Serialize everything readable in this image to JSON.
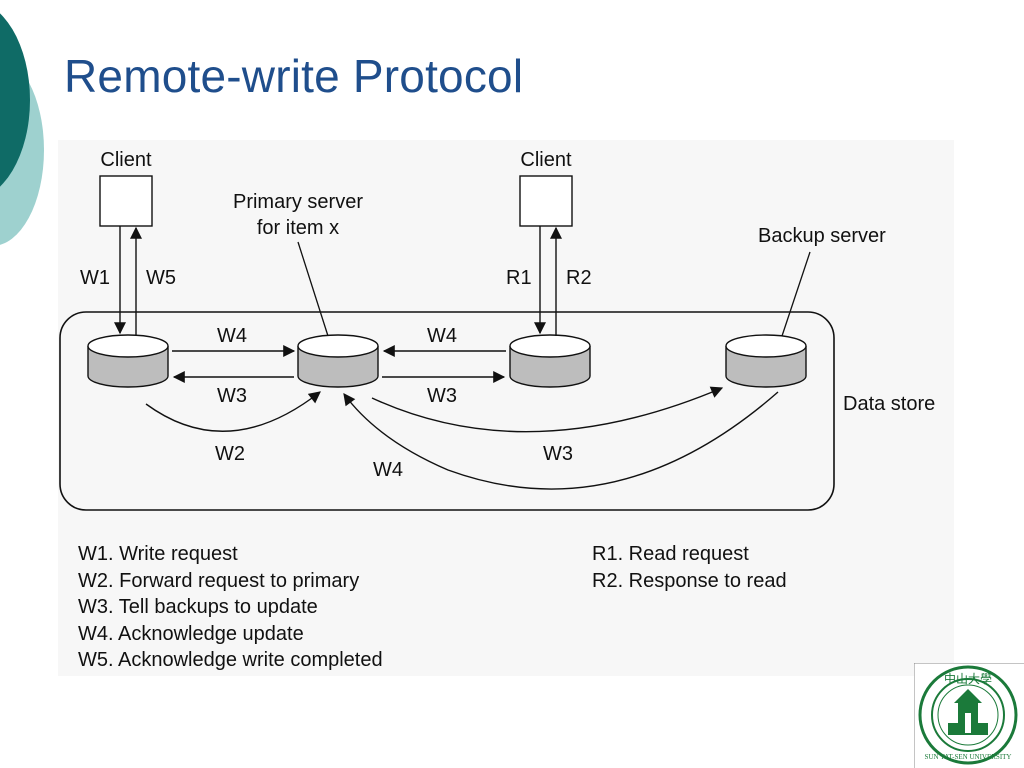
{
  "slide": {
    "title": "Remote-write Protocol"
  },
  "diagram": {
    "labels": {
      "client_left": "Client",
      "client_right": "Client",
      "primary_line1": "Primary server",
      "primary_line2": "for item x",
      "backup": "Backup server",
      "data_store": "Data store"
    },
    "arrows": {
      "w1": "W1",
      "w5": "W5",
      "r1": "R1",
      "r2": "R2",
      "w4_top_left": "W4",
      "w3_bottom_left": "W3",
      "w4_top_right": "W4",
      "w3_bottom_right": "W3",
      "w2": "W2",
      "w3_backup": "W3",
      "w4_backup": "W4"
    },
    "legend_left": [
      "W1. Write request",
      "W2. Forward request to primary",
      "W3. Tell backups to update",
      "W4. Acknowledge update",
      "W5. Acknowledge write completed"
    ],
    "legend_right": [
      "R1. Read request",
      "R2. Response to read"
    ]
  },
  "logo": {
    "chinese": "中山大學",
    "english": "SUN YAT-SEN UNIVERSITY"
  },
  "colors": {
    "title": "#1f4e8c",
    "deco_dark": "#0f6b66",
    "deco_light": "#9ed1cf",
    "logo_green": "#1b7a3a",
    "cylinder": "#bdbdbd"
  }
}
